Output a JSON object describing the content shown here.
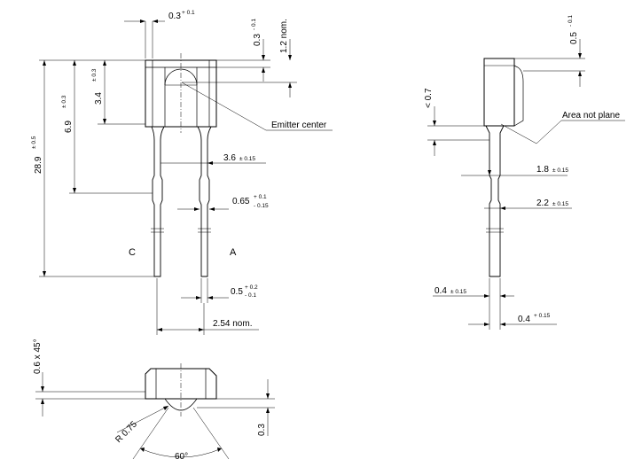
{
  "front_view": {
    "dim_top_width": "0.3",
    "dim_top_width_tol": "+ 0.1",
    "dim_top_depth": "0.3",
    "dim_top_depth_tol": "- 0.1",
    "dim_lens_nom": "1.2 nom.",
    "dim_total_height": "28.9",
    "dim_total_height_tol": "± 0.5",
    "dim_body_height": "6.9",
    "dim_body_height_tol": "± 0.3",
    "dim_emitter_height": "3.4",
    "dim_emitter_height_tol": "± 0.3",
    "emitter_center_label": "Emitter center",
    "dim_body_lead_span": "3.6",
    "dim_body_lead_span_tol": "± 0.15",
    "dim_lead_width": "0.65",
    "dim_lead_width_tol_upper": "+ 0.1",
    "dim_lead_width_tol_lower": "- 0.15",
    "cathode_label": "C",
    "anode_label": "A",
    "dim_lead_thickness": "0.5",
    "dim_lead_thickness_tol_upper": "+ 0.2",
    "dim_lead_thickness_tol_lower": "- 0.1",
    "dim_pitch": "2.54 nom."
  },
  "side_view": {
    "dim_lens_depth": "0.5",
    "dim_lens_depth_tol": "- 0.1",
    "dim_step": "< 0.7",
    "area_not_plane_label": "Area not plane",
    "dim_shoulder_1": "1.8",
    "dim_shoulder_1_tol": "± 0.15",
    "dim_shoulder_2": "2.2",
    "dim_shoulder_2_tol": "± 0.15",
    "dim_lead_left": "0.4",
    "dim_lead_left_tol": "± 0.15",
    "dim_lead_right": "0.4",
    "dim_lead_right_tol": "+ 0.15"
  },
  "top_view": {
    "dim_chamfer": "0.6 x 45°",
    "dim_lens_protrusion": "0.3",
    "dim_radius": "R 0.75",
    "dim_angle": "60°"
  }
}
